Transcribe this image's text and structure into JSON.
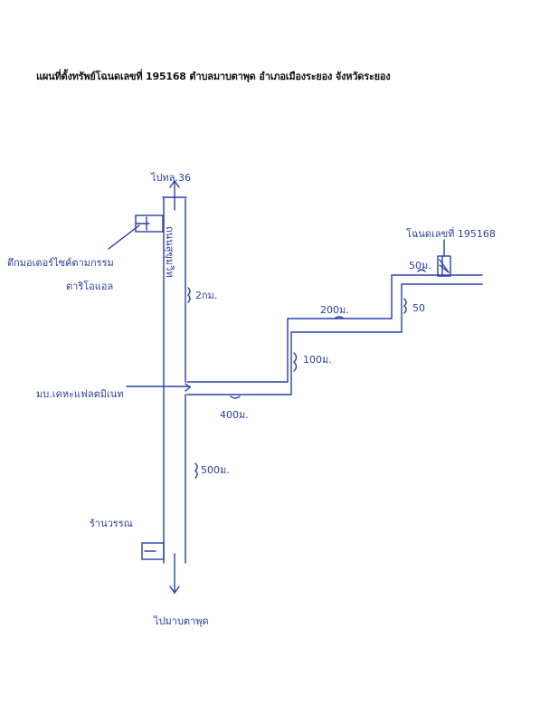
{
  "title": "แผนที่ตั้งทรัพย์โฉนดเลขที่ 195168 ตำบลมาบตาพุด อำเภอเมืองระยอง จังหวัดระยอง",
  "labels": {
    "north_destination": "ไปทล.36",
    "south_destination": "ไปมาบตาพุด",
    "main_road_name": "ถนนสุขุมวิท",
    "landmark_top_line1": "ตึกมอเตอร์ไซค์ตามกรรม",
    "landmark_top_line2": "ตาริโอแอล",
    "landmark_village": "มบ.เคหะแฟลตมิเนท",
    "landmark_shop": "ร้านวรรณ",
    "deed_label": "โฉนดเลขที่ 195168"
  },
  "distances": {
    "main_north": "2กม.",
    "main_south": "500ม.",
    "branch_first": "400ม.",
    "branch_rise_1": "100ม.",
    "branch_second": "200ม.",
    "branch_rise_2": "50",
    "branch_last": "50ม."
  },
  "colors": {
    "ink": "#2b3fa8",
    "title": "#111111",
    "background": "#ffffff"
  }
}
